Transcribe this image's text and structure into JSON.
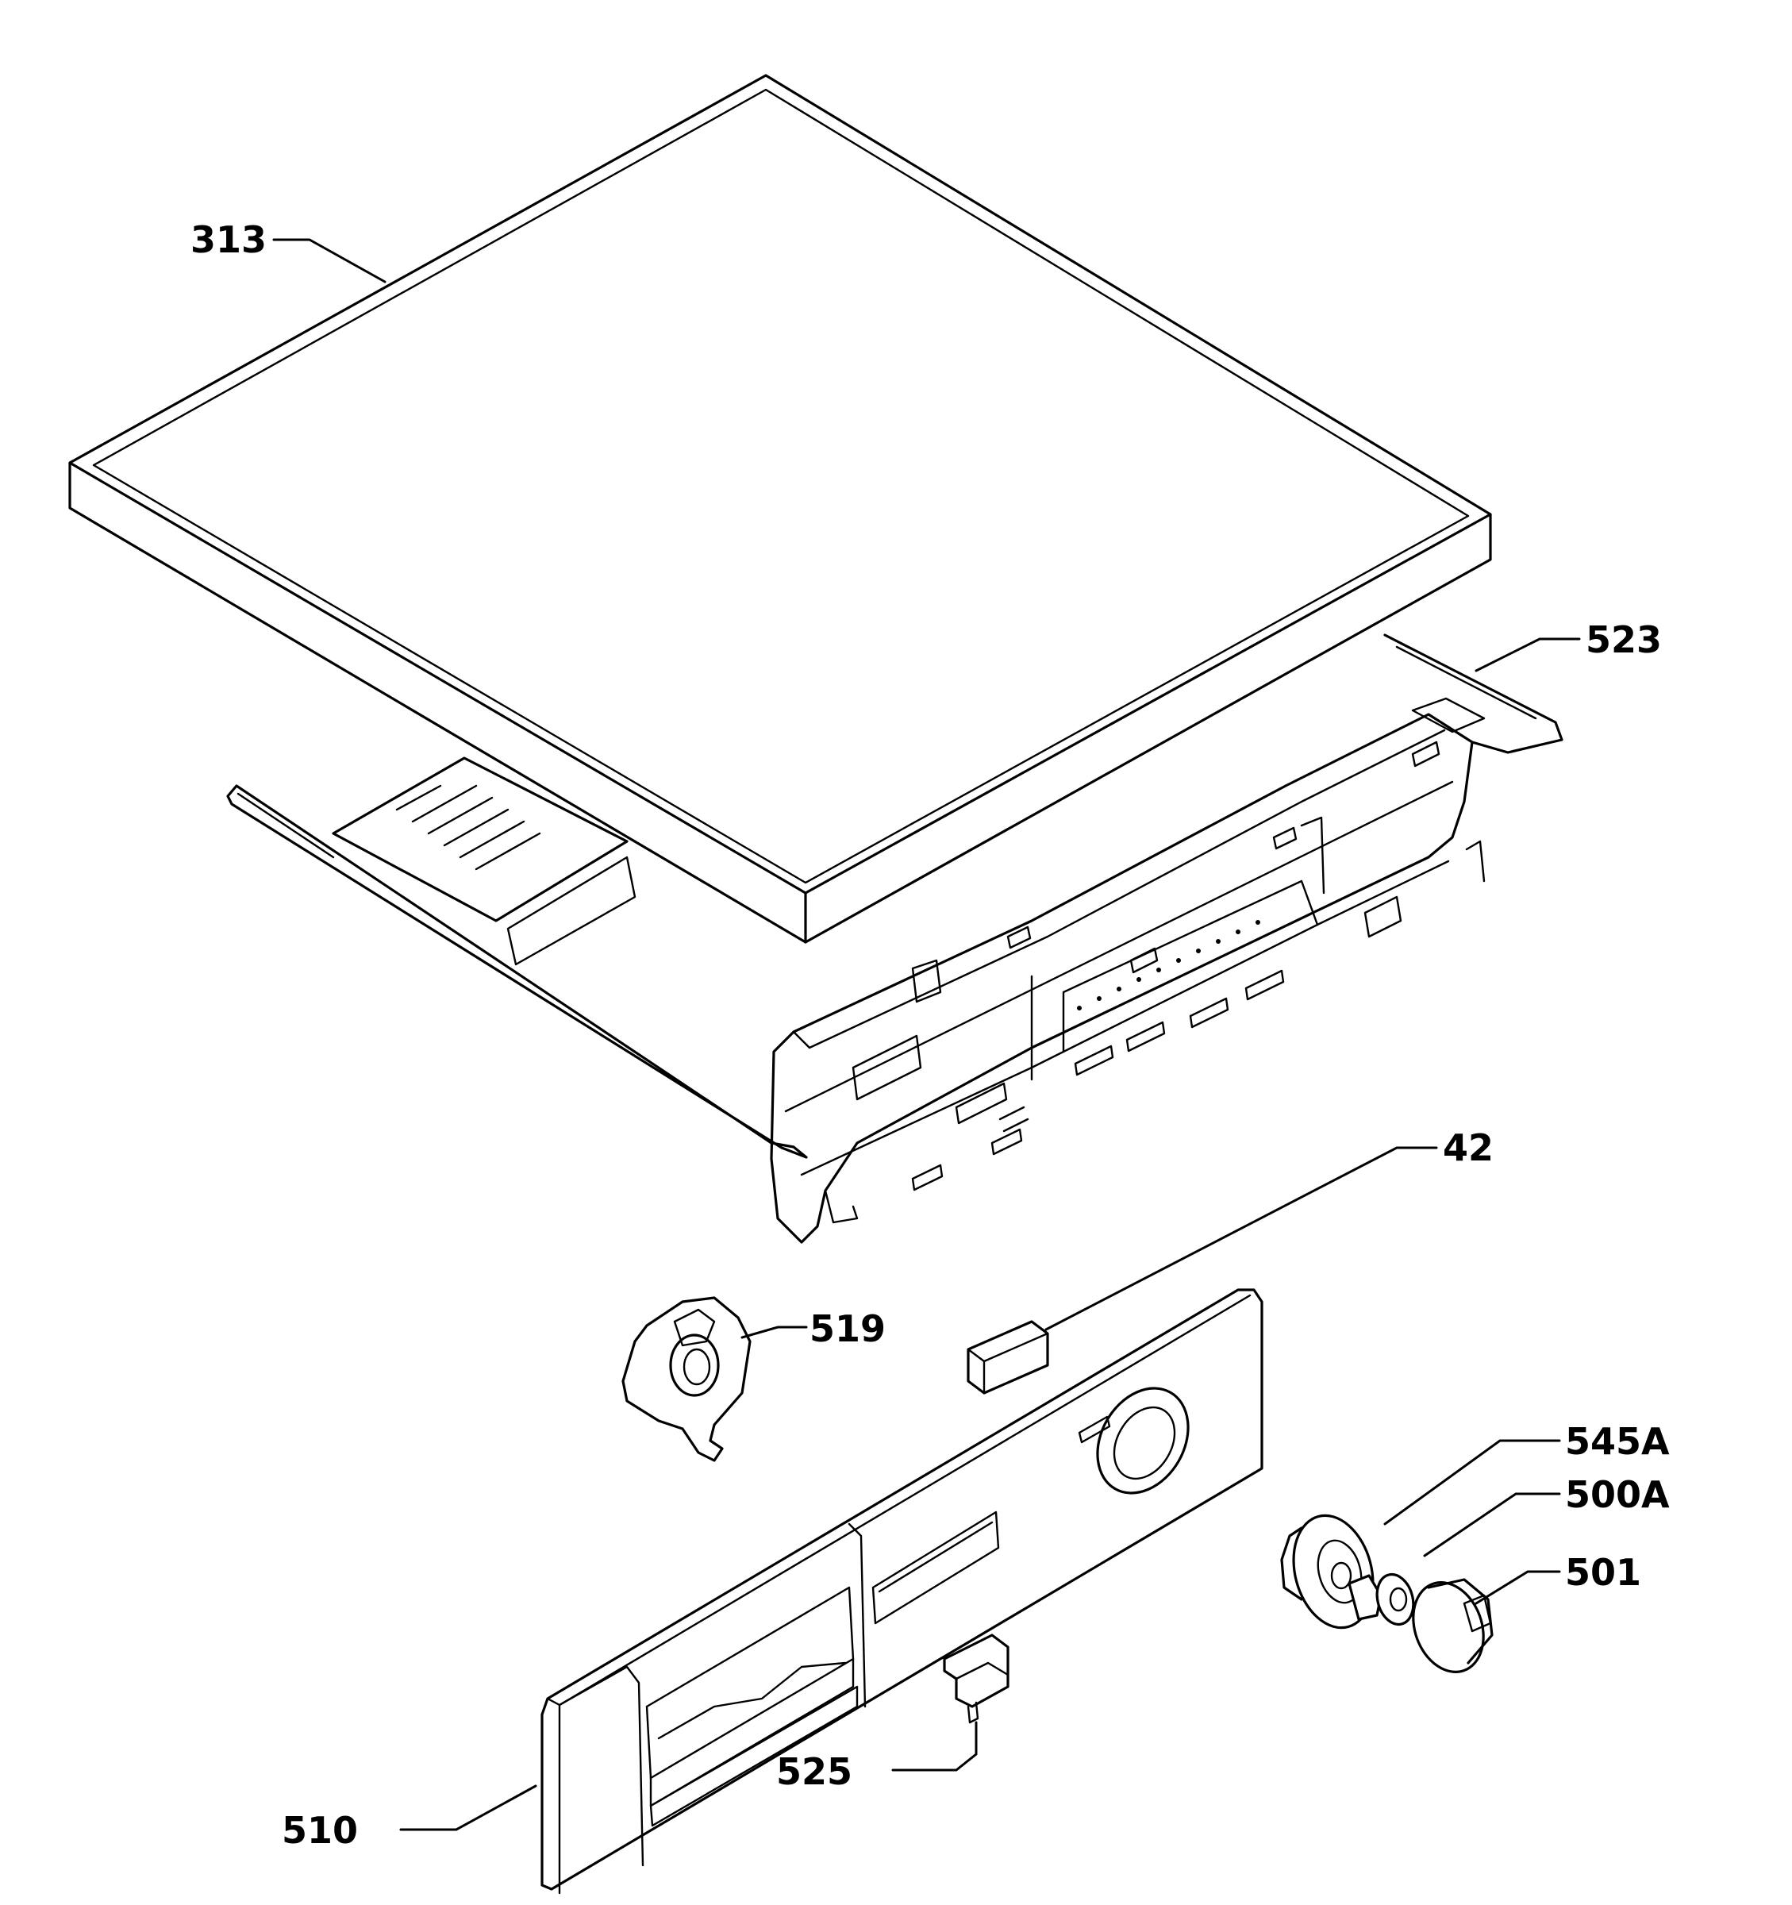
{
  "labels": {
    "p313": "313",
    "p523": "523",
    "p42": "42",
    "p519": "519",
    "p545a": "545A",
    "p500a": "500A",
    "p501": "501",
    "p525": "525",
    "p510": "510"
  },
  "colors": {
    "line": "#000000",
    "background": "#ffffff"
  }
}
